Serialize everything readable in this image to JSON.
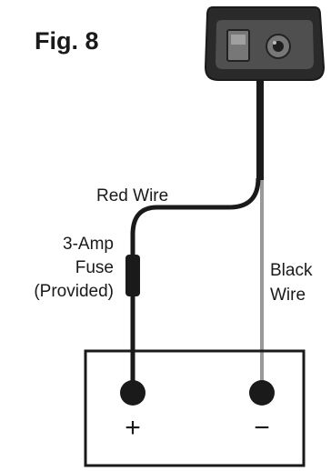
{
  "figure": {
    "title": "Fig. 8"
  },
  "labels": {
    "red_wire": "Red Wire",
    "black_wire_line1": "Black",
    "black_wire_line2": "Wire",
    "fuse_line1": "3-Amp",
    "fuse_line2": "Fuse",
    "fuse_line3": "(Provided)",
    "positive": "+",
    "negative": "−"
  },
  "colors": {
    "outline": "#1a1a1a",
    "red_wire": "#1a1a1a",
    "black_wire": "#9a9a9a",
    "switch_body": "#2a2a2a",
    "switch_face": "#555555"
  }
}
